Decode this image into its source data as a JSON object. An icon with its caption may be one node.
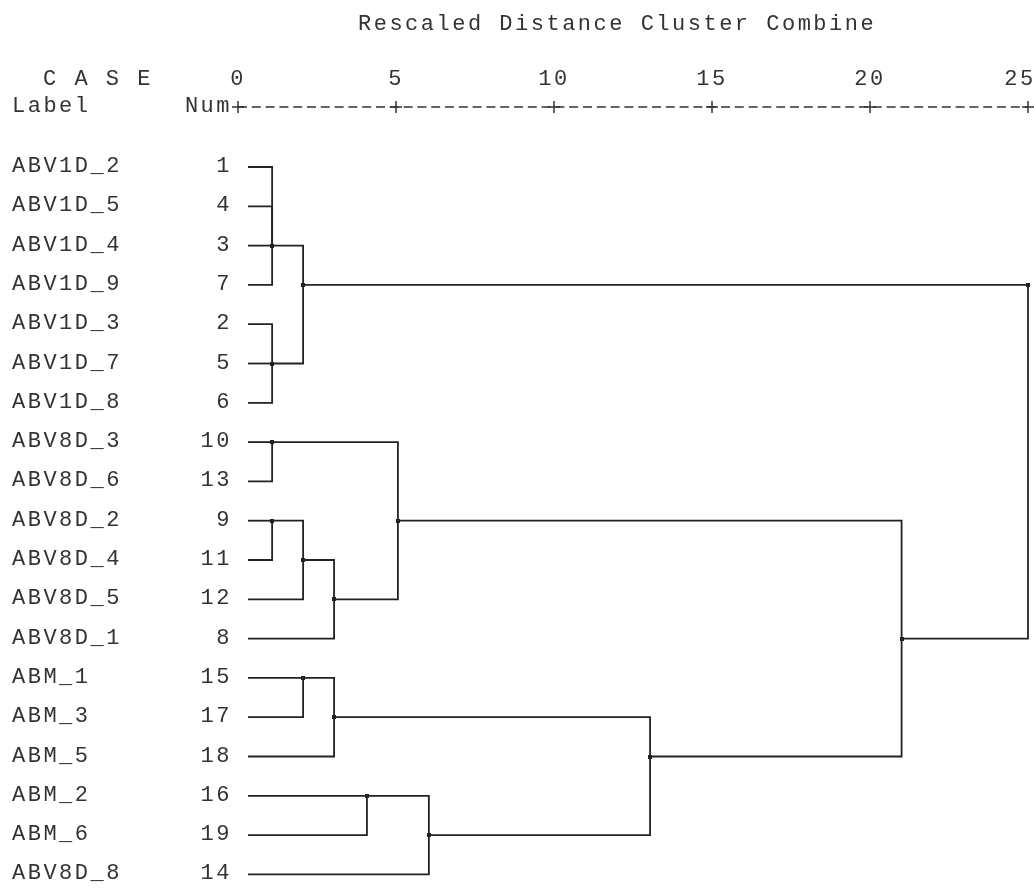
{
  "diagram": {
    "nodes": [
      {
        "text": [
          "ABV1D_2",
          "1"
        ]
      },
      {
        "text": [
          "ABV1D_5",
          "4"
        ]
      },
      {
        "text": [
          "ABV1D_4",
          "3"
        ]
      },
      {
        "text": [
          "ABV1D_9",
          "7"
        ]
      },
      {
        "text": [
          "ABV1D_3",
          "2"
        ]
      },
      {
        "text": [
          "ABV1D_7",
          "5"
        ]
      },
      {
        "text": [
          "ABV1D_8",
          "6"
        ]
      },
      {
        "text": [
          "ABV8D_3",
          "10"
        ]
      },
      {
        "text": [
          "ABV8D_6",
          "13"
        ]
      },
      {
        "text": [
          "ABV8D_2",
          "9"
        ]
      },
      {
        "text": [
          "ABV8D_4",
          "11"
        ]
      },
      {
        "text": [
          "ABV8D_5",
          "12"
        ]
      },
      {
        "text": [
          "ABV8D_1",
          "8"
        ]
      },
      {
        "text": [
          "ABM_1",
          "15"
        ]
      },
      {
        "text": [
          "ABM_3",
          "17"
        ]
      },
      {
        "text": [
          "ABM_5",
          "18"
        ]
      },
      {
        "text": [
          "ABM_2",
          "16"
        ]
      },
      {
        "text": [
          "ABM_6",
          "19"
        ]
      },
      {
        "text": [
          "ABV8D_8",
          "14"
        ]
      },
      {
        "text": [],
        "shape": "junction"
      },
      {
        "text": [],
        "shape": "junction"
      },
      {
        "text": [],
        "shape": "junction"
      },
      {
        "text": [],
        "shape": "junction"
      },
      {
        "text": [],
        "shape": "junction"
      },
      {
        "text": [],
        "shape": "junction"
      },
      {
        "text": [],
        "shape": "junction"
      },
      {
        "text": [],
        "shape": "junction"
      },
      {
        "text": [],
        "shape": "junction"
      },
      {
        "text": [],
        "shape": "junction"
      },
      {
        "text": [],
        "shape": "junction"
      },
      {
        "text": [],
        "shape": "junction"
      },
      {
        "text": [],
        "shape": "junction"
      },
      {
        "text": [],
        "shape": "junction"
      },
      {
        "text": [],
        "shape": "junction"
      }
    ],
    "edges": [
      {
        "from": 0,
        "to": 19,
        "arrow": "none"
      },
      {
        "from": 1,
        "to": 19,
        "arrow": "none"
      },
      {
        "from": 2,
        "to": 19,
        "arrow": "none"
      },
      {
        "from": 3,
        "to": 19,
        "arrow": "none"
      },
      {
        "from": 4,
        "to": 20,
        "arrow": "none"
      },
      {
        "from": 5,
        "to": 20,
        "arrow": "none"
      },
      {
        "from": 6,
        "to": 20,
        "arrow": "none"
      },
      {
        "from": 19,
        "to": 21,
        "arrow": "none"
      },
      {
        "from": 20,
        "to": 21,
        "arrow": "none"
      },
      {
        "from": 7,
        "to": 22,
        "arrow": "none"
      },
      {
        "from": 8,
        "to": 22,
        "arrow": "none"
      },
      {
        "from": 9,
        "to": 23,
        "arrow": "none"
      },
      {
        "from": 10,
        "to": 23,
        "arrow": "none"
      },
      {
        "from": 23,
        "to": 24,
        "arrow": "none"
      },
      {
        "from": 11,
        "to": 24,
        "arrow": "none"
      },
      {
        "from": 24,
        "to": 25,
        "arrow": "none"
      },
      {
        "from": 12,
        "to": 25,
        "arrow": "none"
      },
      {
        "from": 22,
        "to": 26,
        "arrow": "none"
      },
      {
        "from": 25,
        "to": 26,
        "arrow": "none"
      },
      {
        "from": 13,
        "to": 27,
        "arrow": "none"
      },
      {
        "from": 14,
        "to": 27,
        "arrow": "none"
      },
      {
        "from": 27,
        "to": 28,
        "arrow": "none"
      },
      {
        "from": 15,
        "to": 28,
        "arrow": "none"
      },
      {
        "from": 16,
        "to": 29,
        "arrow": "none"
      },
      {
        "from": 17,
        "to": 29,
        "arrow": "none"
      },
      {
        "from": 29,
        "to": 30,
        "arrow": "none"
      },
      {
        "from": 18,
        "to": 30,
        "arrow": "none"
      },
      {
        "from": 28,
        "to": 31,
        "arrow": "none"
      },
      {
        "from": 30,
        "to": 31,
        "arrow": "none"
      },
      {
        "from": 26,
        "to": 32,
        "arrow": "none"
      },
      {
        "from": 31,
        "to": 32,
        "arrow": "none"
      },
      {
        "from": 21,
        "to": 33,
        "arrow": "none"
      },
      {
        "from": 32,
        "to": 33,
        "arrow": "none"
      }
    ],
    "labels": [
      "Rescaled Distance Cluster Combine",
      "C A S E",
      "0",
      "5",
      "10",
      "15",
      "20",
      "25",
      "Label",
      "Num"
    ]
  }
}
